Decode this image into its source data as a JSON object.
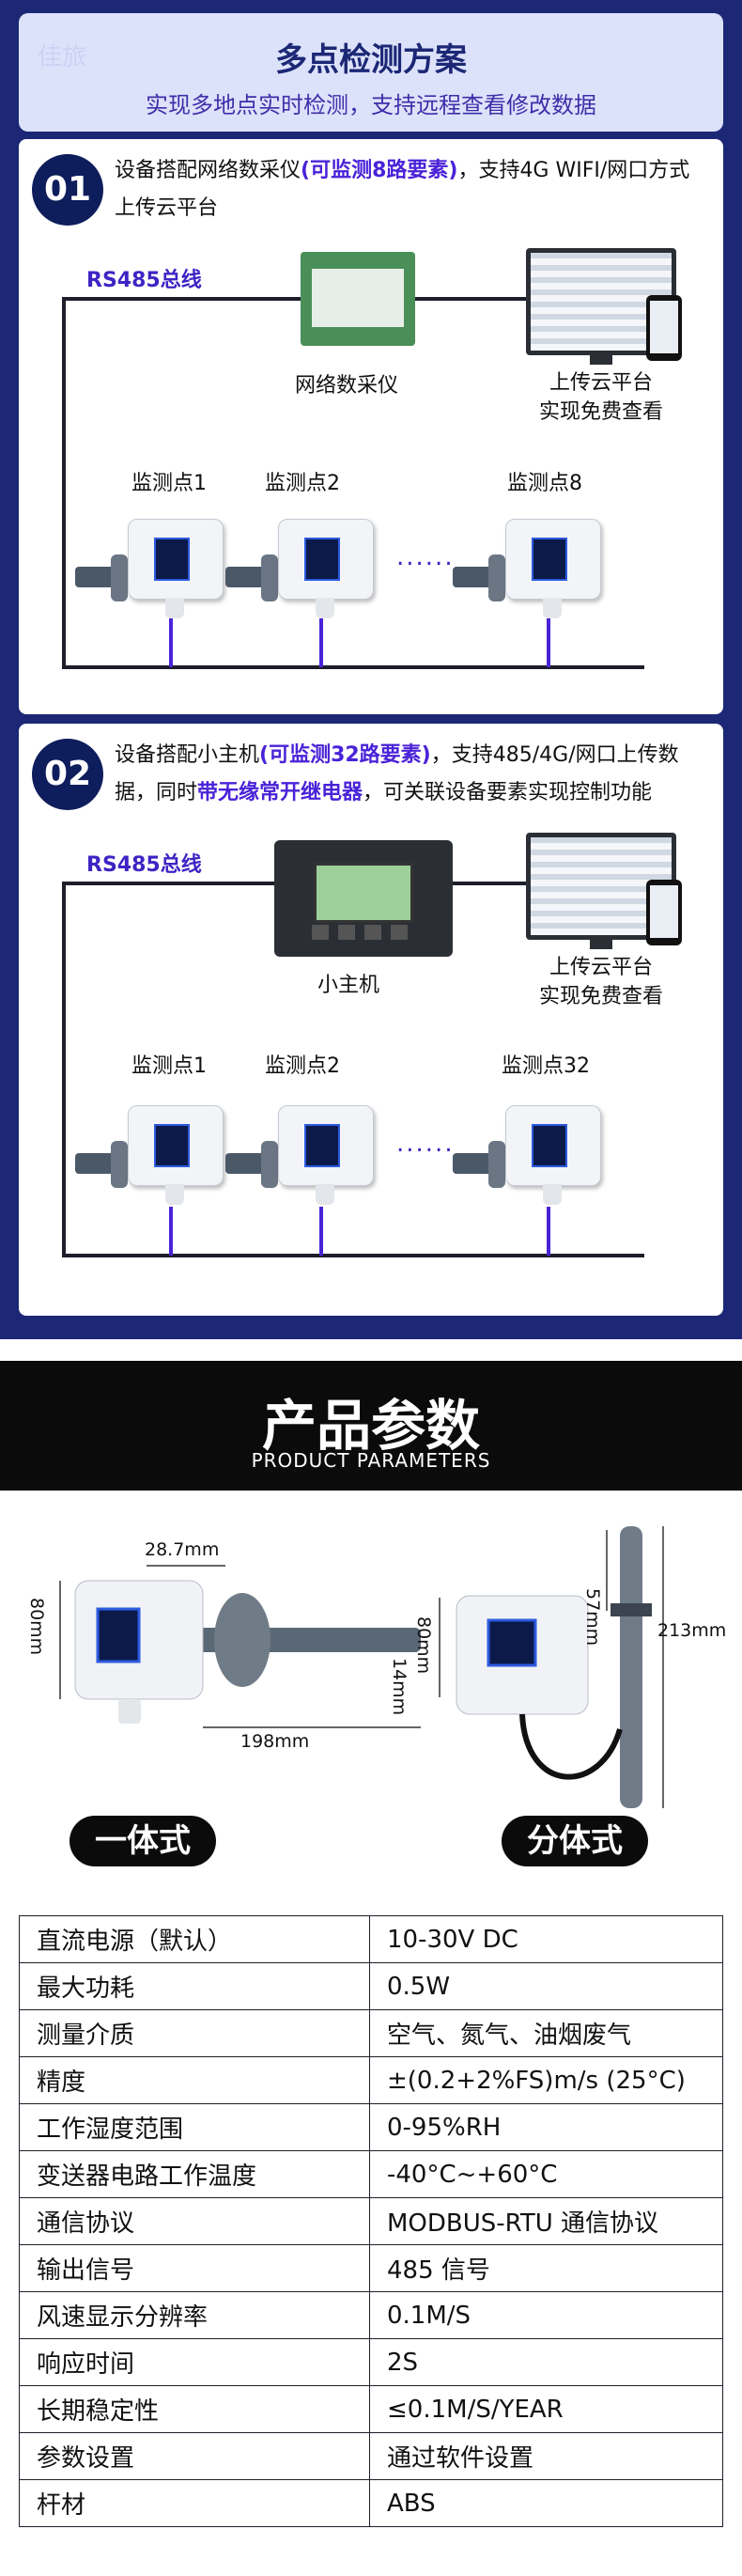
{
  "brand": "佳旅",
  "header": {
    "title": "多点检测方案",
    "subtitle": "实现多地点实时检测，支持远程查看修改数据"
  },
  "solution1": {
    "number": "01",
    "desc_a": "设备搭配网络数采仪",
    "desc_hl": "(可监测8路要素)",
    "desc_b": "，支持4G WIFI/网口方式上传云平台",
    "bus": "RS485总线",
    "device_label": "网络数采仪",
    "cloud_line1": "上传云平台",
    "cloud_line2": "实现免费查看",
    "points": [
      "监测点1",
      "监测点2",
      "监测点8"
    ],
    "dots": "......"
  },
  "solution2": {
    "number": "02",
    "desc_a": "设备搭配小主机",
    "desc_hl1": "(可监测32路要素)",
    "desc_b": "，支持485/4G/网口上传数据，同时",
    "desc_hl2": "带无缘常开继电器",
    "desc_c": "，可关联设备要素实现控制功能",
    "bus": "RS485总线",
    "device_label": "小主机",
    "cloud_line1": "上传云平台",
    "cloud_line2": "实现免费查看",
    "points": [
      "监测点1",
      "监测点2",
      "监测点32"
    ],
    "dots": "......"
  },
  "params_header": {
    "title": "产品参数",
    "subtitle": "PRODUCT PARAMETERS"
  },
  "dimensions": {
    "integrated": {
      "w": "28.7mm",
      "h": "80mm",
      "probe": "14mm",
      "box_h": "80mm",
      "len": "198mm",
      "label": "一体式"
    },
    "split": {
      "h": "57mm",
      "total": "213mm",
      "label": "分体式"
    }
  },
  "params": [
    {
      "key": "直流电源（默认）",
      "value": "10-30V DC"
    },
    {
      "key": "最大功耗",
      "value": "0.5W"
    },
    {
      "key": "测量介质",
      "value": "空气、氮气、油烟废气"
    },
    {
      "key": "精度",
      "value": "±(0.2+2%FS)m/s (25°C)"
    },
    {
      "key": "工作湿度范围",
      "value": "0-95%RH"
    },
    {
      "key": "变送器电路工作温度",
      "value": "-40°C~+60°C"
    },
    {
      "key": "通信协议",
      "value": "MODBUS-RTU 通信协议"
    },
    {
      "key": "输出信号",
      "value": "485 信号"
    },
    {
      "key": "风速显示分辨率",
      "value": "0.1M/S"
    },
    {
      "key": "响应时间",
      "value": "2S"
    },
    {
      "key": "长期稳定性",
      "value": "≤0.1M/S/YEAR"
    },
    {
      "key": "参数设置",
      "value": "通过软件设置"
    },
    {
      "key": "杆材",
      "value": "ABS"
    }
  ]
}
